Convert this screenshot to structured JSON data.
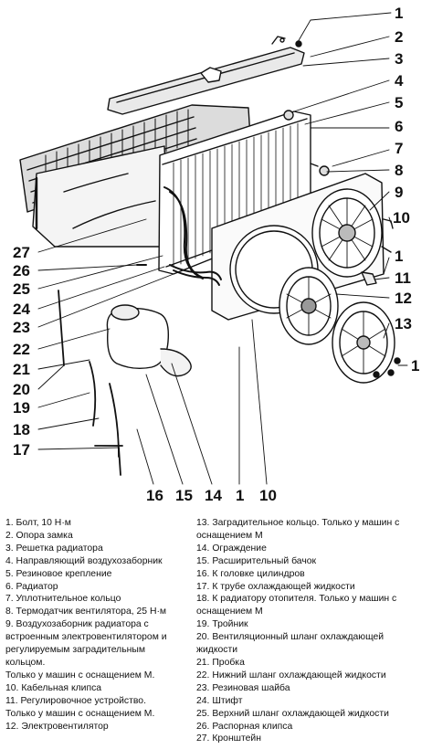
{
  "callouts": {
    "right_side": [
      "1",
      "2",
      "3",
      "4",
      "5",
      "6",
      "7",
      "8",
      "9",
      "10",
      "1",
      "11",
      "12",
      "13",
      "1"
    ],
    "left_side": [
      "27",
      "26",
      "25",
      "24",
      "23",
      "22",
      "21",
      "20",
      "19",
      "18",
      "17"
    ],
    "bottom": [
      "16",
      "15",
      "14",
      "1",
      "10"
    ]
  },
  "legend": {
    "left": [
      "1. Болт, 10 Н·м",
      "2. Опора замка",
      "3. Решетка радиатора",
      "4. Направляющий воздухозаборник",
      "5. Резиновое крепление",
      "6. Радиатор",
      "7. Уплотнительное кольцо",
      "8. Термодатчик вентилятора, 25 Н·м",
      "9. Воздухозаборник радиатора с\nвстроенным электровентилятором и\nрегулируемым заградительным\nкольцом.\nТолько у машин с оснащением M.",
      "10. Кабельная клипса",
      "11. Регулировочное устройство.\nТолько у машин с оснащением M.",
      "12. Электровентилятор"
    ],
    "right": [
      "13. Заградительное кольцо. Только у машин с\nоснащением M",
      "14. Ограждение",
      "15. Расширительный бачок",
      "16. К головке цилиндров",
      "17. К трубе охлаждающей жидкости",
      "18. К радиатору отопителя. Только у машин с\nоснащением M",
      "19. Тройник",
      "20. Вентиляционный шланг охлаждающей\nжидкости",
      "21. Пробка",
      "22. Нижний шланг охлаждающей жидкости",
      "23. Резиновая шайба",
      "24. Штифт",
      "25. Верхний шланг охлаждающей жидкости",
      "26. Распорная клипса",
      "27. Кронштейн"
    ]
  }
}
